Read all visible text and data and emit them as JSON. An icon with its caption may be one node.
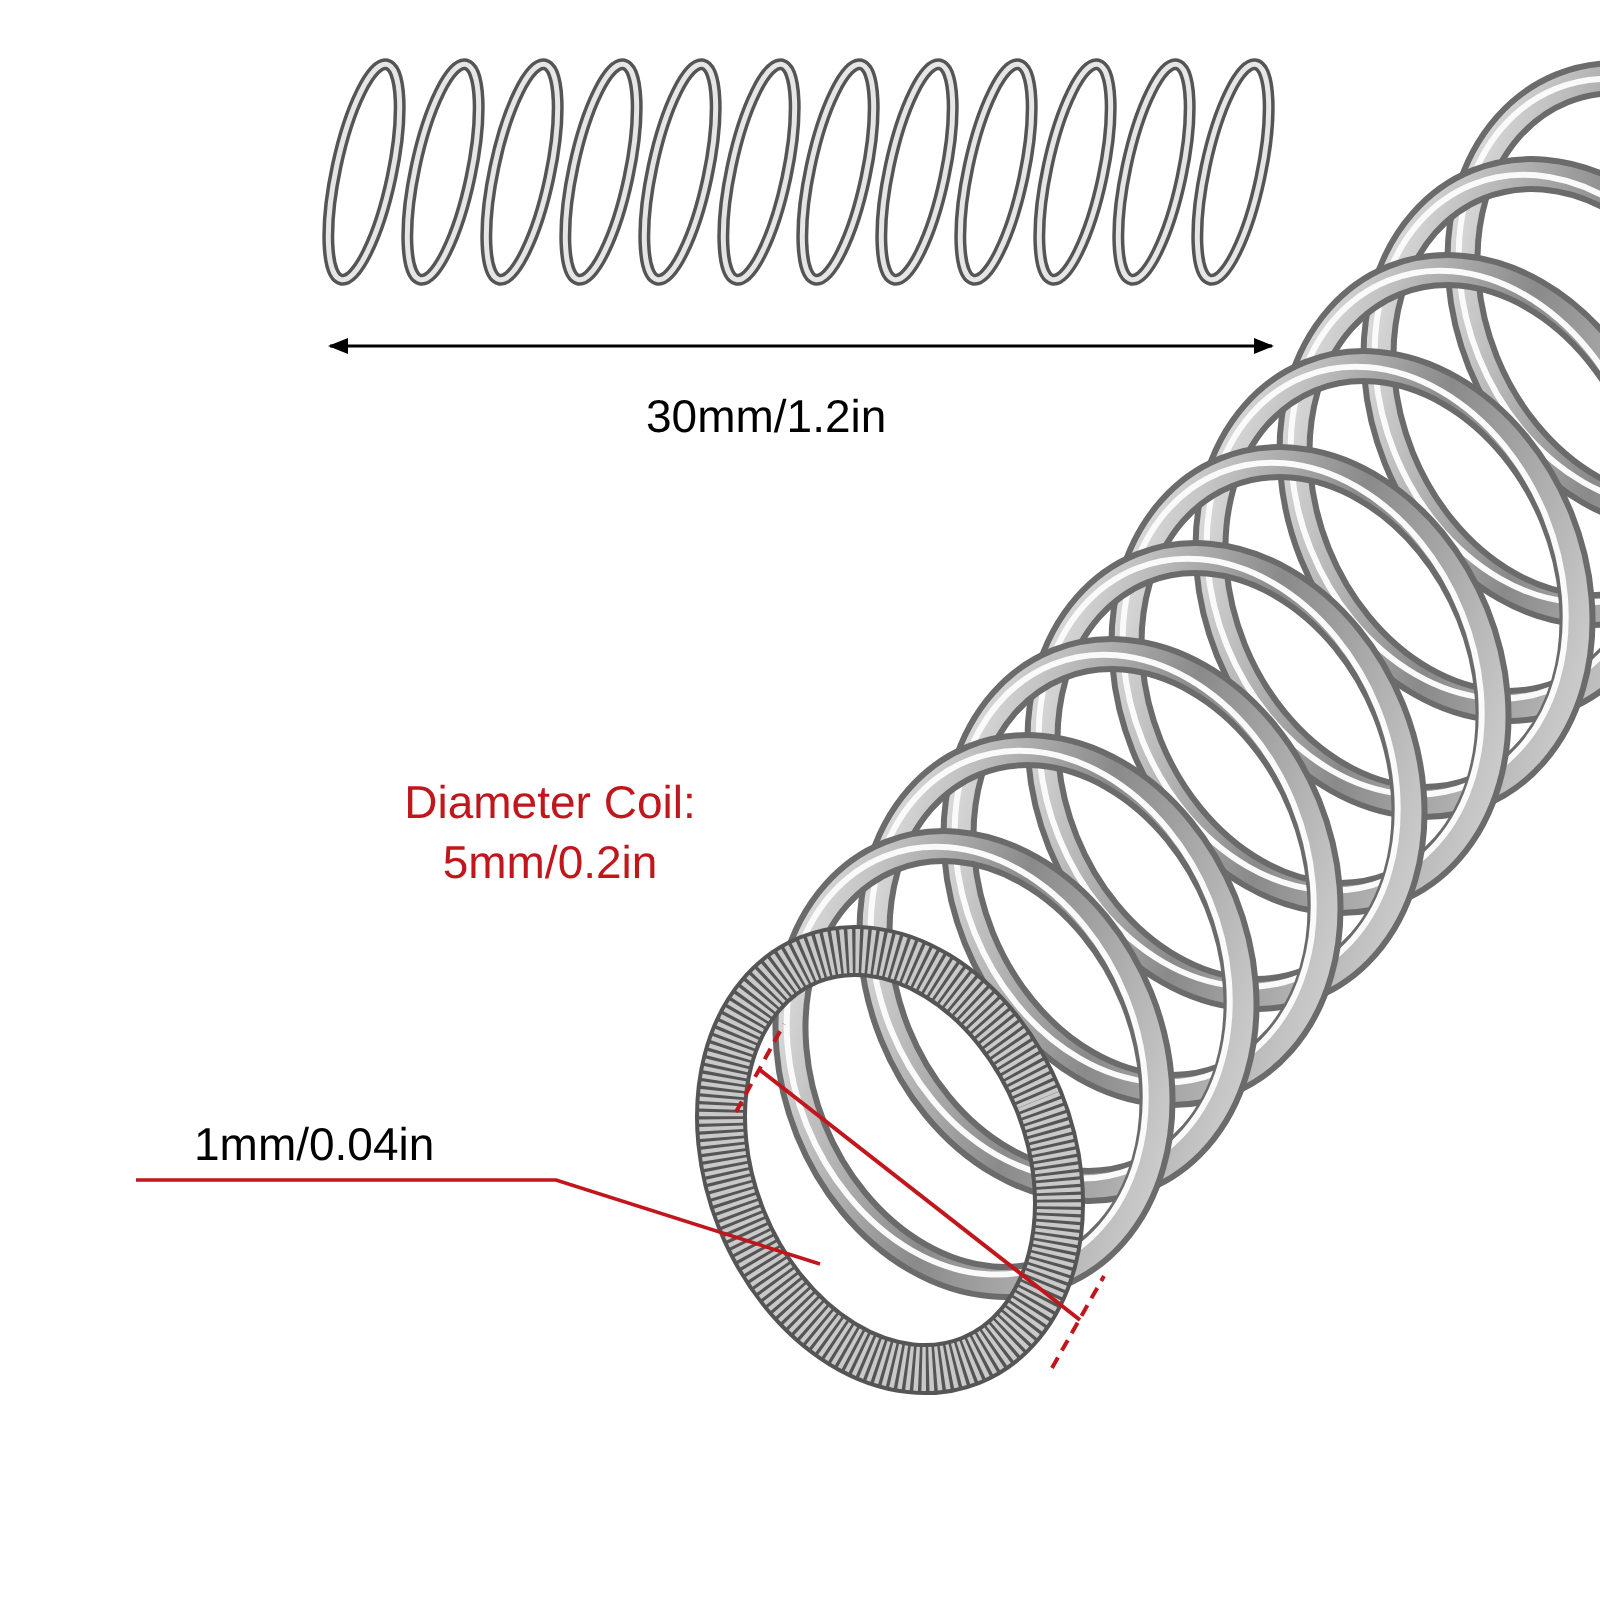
{
  "diagram": {
    "nodes": [
      {
        "text": [
          "1mm/0.04in"
        ]
      },
      {
        "text": [],
        "shape": "picture"
      }
    ],
    "edges": [
      {
        "from": 0,
        "to": 1,
        "arrow": "none",
        "color": "#c0161c"
      }
    ],
    "labels": [
      "30mm/1.2in",
      "Diameter Coil: 5mm/0.2in"
    ]
  }
}
